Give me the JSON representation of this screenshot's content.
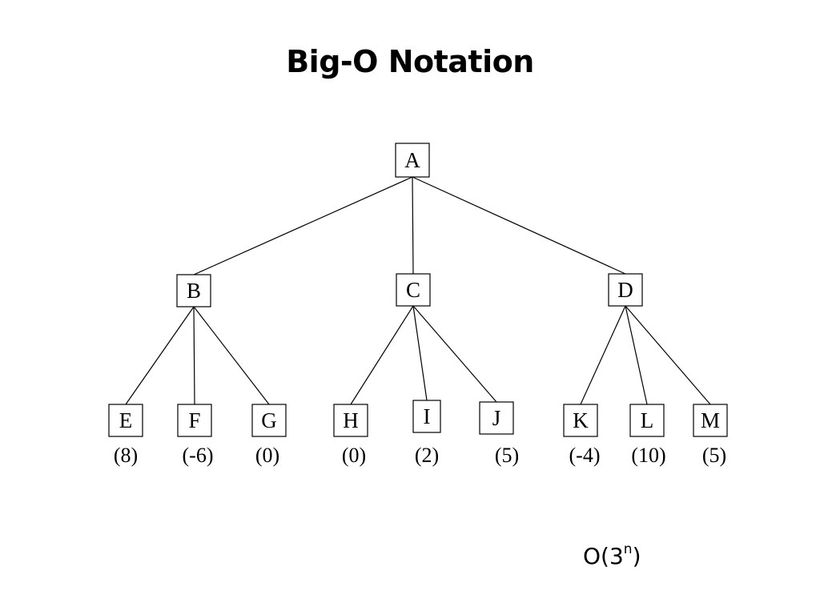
{
  "title": "Big-O Notation",
  "tree": {
    "root": "A",
    "level1": [
      "B",
      "C",
      "D"
    ],
    "leaves": [
      {
        "label": "E",
        "parent": "B",
        "value": "(8)"
      },
      {
        "label": "F",
        "parent": "B",
        "value": "(-6)"
      },
      {
        "label": "G",
        "parent": "B",
        "value": "(0)"
      },
      {
        "label": "H",
        "parent": "C",
        "value": "(0)"
      },
      {
        "label": "I",
        "parent": "C",
        "value": "(2)"
      },
      {
        "label": "J",
        "parent": "C",
        "value": "(5)"
      },
      {
        "label": "K",
        "parent": "D",
        "value": "(-4)"
      },
      {
        "label": "L",
        "parent": "D",
        "value": "(10)"
      },
      {
        "label": "M",
        "parent": "D",
        "value": "(5)"
      }
    ]
  },
  "complexity": {
    "base": "O(3",
    "exponent": "n",
    "close": ")"
  },
  "colors": {
    "line": "#000000",
    "box_border": "#000000",
    "text": "#000000"
  }
}
